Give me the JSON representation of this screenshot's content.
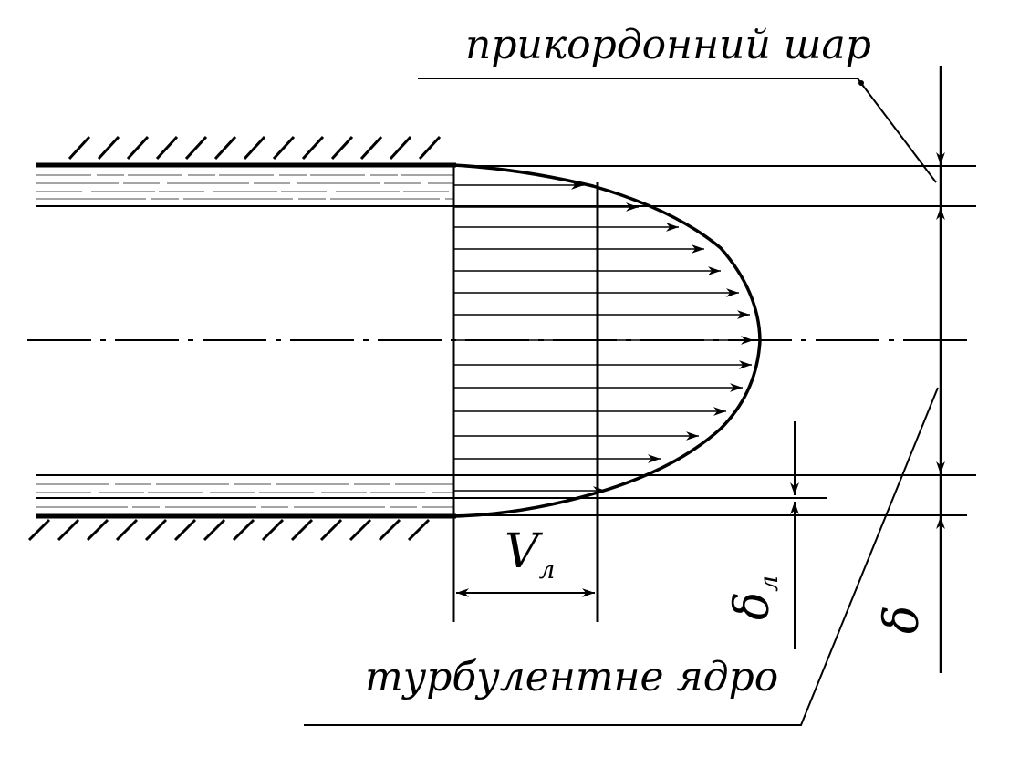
{
  "labels": {
    "boundary_layer": "прикордонний шар",
    "turbulent_core": "турбулентне ядро",
    "velocity_symbol": "V",
    "velocity_subscript": "л",
    "delta_symbol": "δ",
    "delta_l_symbol": "δ",
    "delta_l_subscript": "л"
  },
  "colors": {
    "ink": "#000000",
    "background": "#ffffff"
  }
}
